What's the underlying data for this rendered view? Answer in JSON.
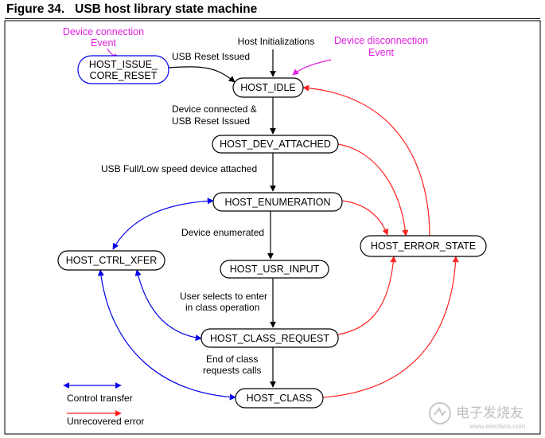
{
  "figure_title": "Figure 34.   USB host library state machine",
  "states": {
    "host_issue_core_reset": [
      "HOST_ISSUE_",
      "CORE_RESET"
    ],
    "host_idle": "HOST_IDLE",
    "host_dev_attached": "HOST_DEV_ATTACHED",
    "host_enumeration": "HOST_ENUMERATION",
    "host_ctrl_xfer": "HOST_CTRL_XFER",
    "host_usr_input": "HOST_USR_INPUT",
    "host_class_request": "HOST_CLASS_REQUEST",
    "host_class": "HOST_CLASS",
    "host_error_state": "HOST_ERROR_STATE"
  },
  "events": {
    "device_connection": [
      "Device connection",
      "Event"
    ],
    "device_disconnection": [
      "Device disconnection",
      "Event"
    ]
  },
  "transitions": {
    "host_initializations": "Host Initializations",
    "usb_reset_issued": "USB Reset Issued",
    "device_connected": [
      "Device connected &",
      "USB Reset Issued"
    ],
    "speed_device_attached": "USB Full/Low speed device attached",
    "device_enumerated": "Device enumerated",
    "user_selects": [
      "User selects to enter",
      "in class operation"
    ],
    "end_of_class_requests": [
      "End of class",
      "requests calls"
    ]
  },
  "legend": {
    "control_transfer": "Control transfer",
    "unrecovered_error": "Unrecovered error"
  },
  "watermark": {
    "text": "电子发烧友",
    "url": "www.elecfans.com"
  },
  "colors": {
    "black": "#000000",
    "control_transfer": "#0000ee",
    "unrecovered_error": "#ff2020",
    "event": "#e020e0",
    "reset_state_outline": "#0000ee"
  }
}
